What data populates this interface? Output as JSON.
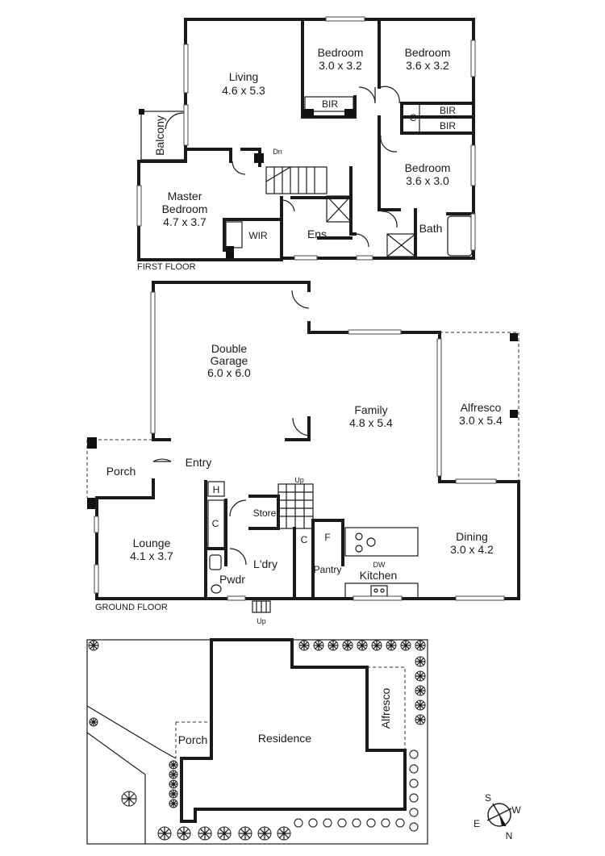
{
  "first_floor": {
    "floor_label": "FIRST FLOOR",
    "rooms": [
      {
        "name": "Living",
        "dims": "4.6 x 5.3"
      },
      {
        "name": "Bedroom",
        "dims": "3.0 x 3.2"
      },
      {
        "name": "Bedroom",
        "dims": "3.6 x 3.2"
      },
      {
        "name": "Bedroom",
        "dims": "3.6 x 3.0"
      },
      {
        "name": "Master",
        "name2": "Bedroom",
        "dims": "4.7 x 3.7"
      }
    ],
    "labels": {
      "balcony": "Balcony",
      "bir": "BIR",
      "c": "C",
      "dn": "Dn",
      "wir": "WIR",
      "ens": "Ens",
      "bath": "Bath"
    }
  },
  "ground_floor": {
    "floor_label": "GROUND FLOOR",
    "rooms": [
      {
        "name": "Double",
        "name2": "Garage",
        "dims": "6.0 x 6.0"
      },
      {
        "name": "Family",
        "dims": "4.8 x 5.4"
      },
      {
        "name": "Alfresco",
        "dims": "3.0 x 5.4"
      },
      {
        "name": "Lounge",
        "dims": "4.1 x 3.7"
      },
      {
        "name": "Dining",
        "dims": "3.0 x 4.2"
      }
    ],
    "labels": {
      "porch": "Porch",
      "entry": "Entry",
      "up": "Up",
      "store": "Store",
      "h": "H",
      "c": "C",
      "f": "F",
      "ldry": "L'dry",
      "pwdr": "Pwdr",
      "pantry": "Pantry",
      "dw": "DW",
      "kitchen": "Kitchen",
      "up_entry": "Up"
    }
  },
  "site_plan": {
    "residence": "Residence",
    "porch": "Porch",
    "alfresco": "Alfresco"
  },
  "compass": {
    "s": "S",
    "w": "W",
    "e": "E",
    "n": "N"
  }
}
